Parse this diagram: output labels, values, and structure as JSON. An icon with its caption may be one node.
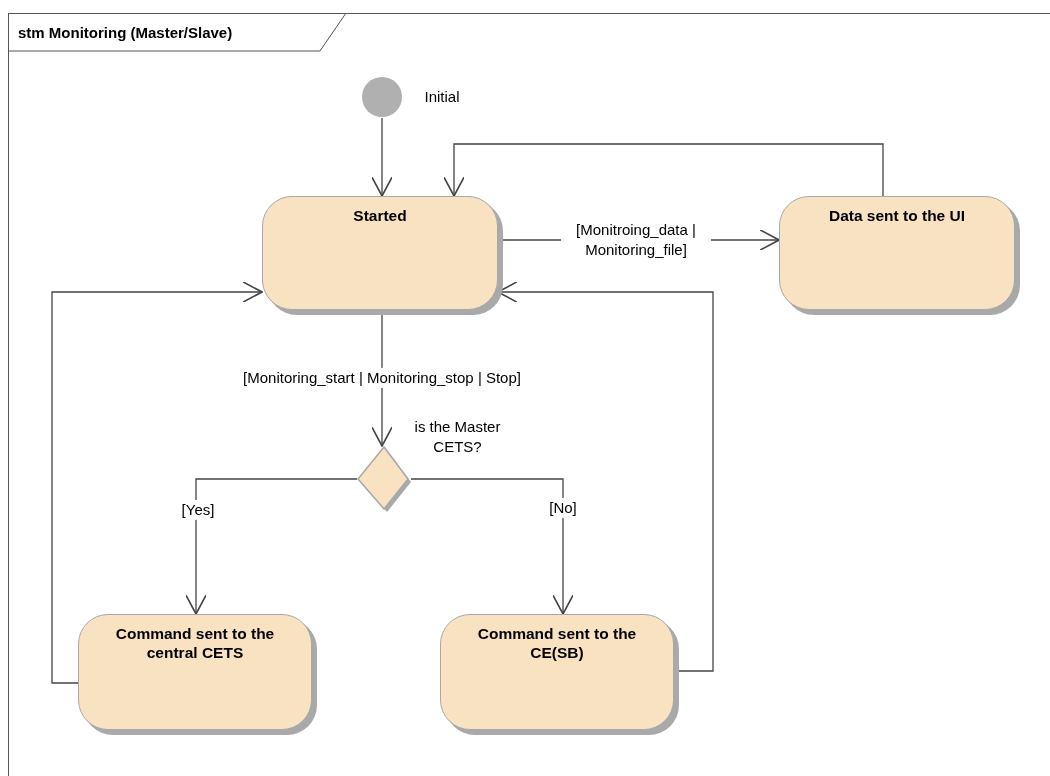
{
  "diagram": {
    "title": "stm Monitoring (Master/Slave)",
    "nodes": [
      {
        "text": [],
        "shape": "circle",
        "beside": [
          "Initial"
        ]
      },
      {
        "text": [
          "Started"
        ]
      },
      {
        "text": [
          "Data sent to the UI"
        ]
      },
      {
        "text": [],
        "shape": "diamond",
        "beside": [
          "is the Master CETS?"
        ]
      },
      {
        "text": [
          "Command sent to the central CETS"
        ]
      },
      {
        "text": [
          "Command sent to the CE(SB)"
        ]
      }
    ],
    "edges": [
      {
        "from": 0,
        "to": 1,
        "arrow": "to"
      },
      {
        "from": 1,
        "to": 2,
        "arrow": "to",
        "label": "[Monitroing_data | Monitoring_file]"
      },
      {
        "from": 2,
        "to": 1,
        "arrow": "to"
      },
      {
        "from": 1,
        "to": 3,
        "arrow": "to",
        "label": "[Monitoring_start | Monitoring_stop | Stop]"
      },
      {
        "from": 3,
        "to": 4,
        "arrow": "to",
        "label": "[Yes]"
      },
      {
        "from": 3,
        "to": 5,
        "arrow": "to",
        "label": "[No]"
      },
      {
        "from": 4,
        "to": 1,
        "arrow": "to"
      },
      {
        "from": 5,
        "to": 1,
        "arrow": "to"
      }
    ]
  }
}
